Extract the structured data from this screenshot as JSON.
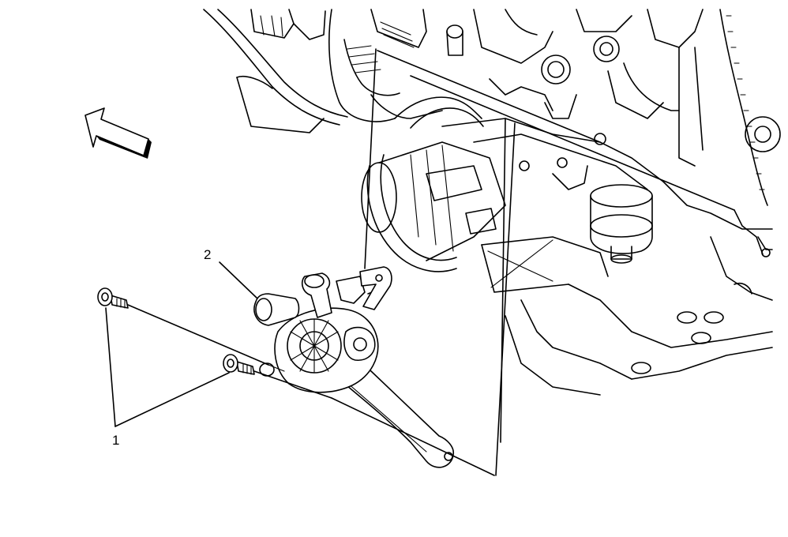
{
  "callouts": [
    {
      "id": "bolts",
      "text": "1"
    },
    {
      "id": "pump",
      "text": "2"
    }
  ],
  "colors": {
    "line": "#000000",
    "background": "#ffffff"
  },
  "icons": {
    "direction": "front-arrow-icon"
  }
}
